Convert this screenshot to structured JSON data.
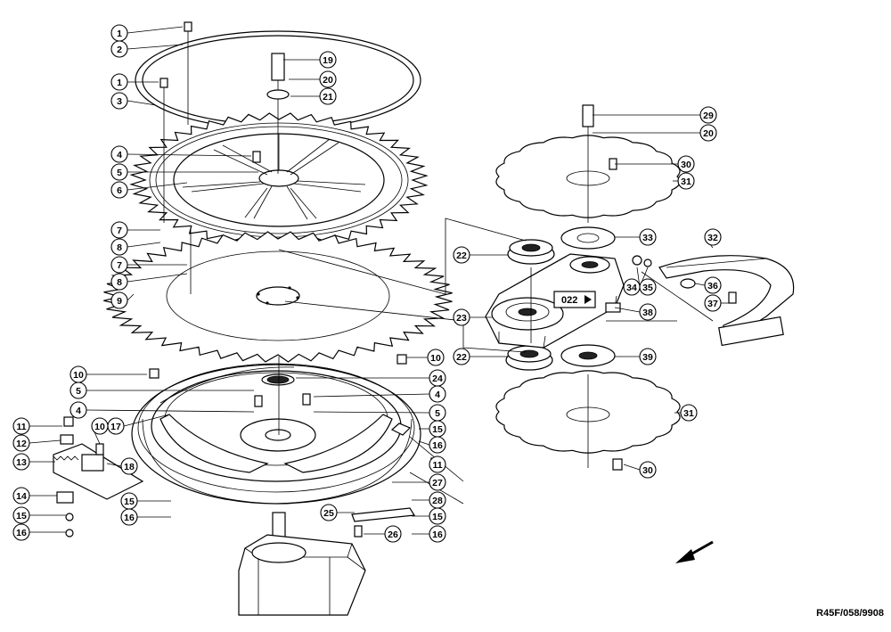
{
  "diagram": {
    "reference_code": "R45F/058/9908",
    "box_label": "022",
    "callouts": [
      "1",
      "2",
      "1",
      "3",
      "4",
      "5",
      "6",
      "7",
      "8",
      "7",
      "8",
      "9",
      "10",
      "5",
      "4",
      "17",
      "10",
      "11",
      "12",
      "13",
      "18",
      "14",
      "15",
      "16",
      "15",
      "16",
      "19",
      "20",
      "21",
      "22",
      "23",
      "22",
      "24",
      "4",
      "5",
      "15",
      "16",
      "11",
      "27",
      "28",
      "25",
      "26",
      "15",
      "16",
      "29",
      "20",
      "30",
      "31",
      "33",
      "32",
      "34",
      "35",
      "36",
      "37",
      "38",
      "39",
      "31",
      "30",
      "10"
    ]
  }
}
